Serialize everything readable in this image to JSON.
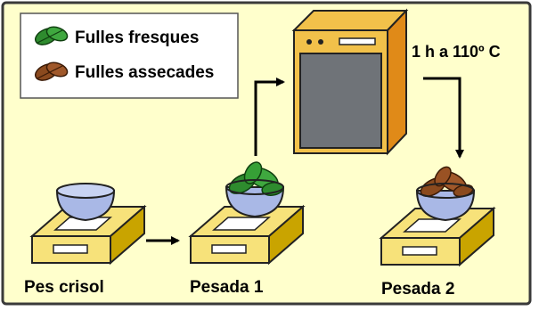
{
  "legend": {
    "fresh_label": "Fulles fresques",
    "dried_label": "Fulles assecades"
  },
  "oven": {
    "label": "1 h a 110º C"
  },
  "steps": [
    {
      "label": "Pes crisol"
    },
    {
      "label": "Pesada 1"
    },
    {
      "label": "Pesada 2"
    }
  ],
  "colors": {
    "background": "#ffffcc",
    "scale_top": "#f7e27a",
    "scale_side": "#c9a400",
    "bowl": "#a9b8e6",
    "fresh_leaf": "#2e8b2e",
    "dried_leaf": "#8b4a1e",
    "oven_front": "#6f7378",
    "oven_side": "#e08a18",
    "oven_top": "#f2c14a"
  }
}
